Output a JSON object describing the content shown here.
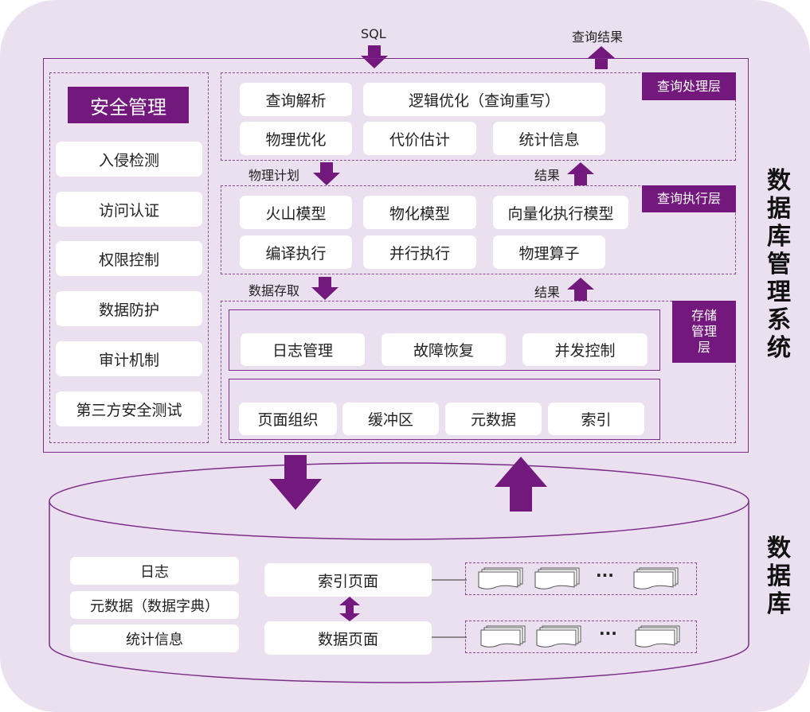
{
  "system_title": "数据库管理系统",
  "database_title": "数据库",
  "top": {
    "sql": "SQL",
    "result": "查询结果"
  },
  "security": {
    "title": "安全管理",
    "items": [
      "入侵检测",
      "访问认证",
      "权限控制",
      "数据防护",
      "审计机制",
      "第三方安全测试"
    ]
  },
  "query_processing": {
    "tag": "查询处理层",
    "items": [
      "查询解析",
      "逻辑优化（查询重写）",
      "物理优化",
      "代价估计",
      "统计信息"
    ]
  },
  "flow1": {
    "down": "物理计划",
    "up": "结果"
  },
  "query_execution": {
    "tag": "查询执行层",
    "items": [
      "火山模型",
      "物化模型",
      "向量化执行模型",
      "编译执行",
      "并行执行",
      "物理算子"
    ]
  },
  "flow2": {
    "down": "数据存取",
    "up": "结果"
  },
  "storage": {
    "tag": "存储管理层",
    "tag_lines": [
      "存储",
      "管理",
      "层"
    ],
    "upper": [
      "日志管理",
      "故障恢复",
      "并发控制"
    ],
    "lower": [
      "页面组织",
      "缓冲区",
      "元数据",
      "索引"
    ]
  },
  "database": {
    "left": [
      "日志",
      "元数据（数据字典）",
      "统计信息"
    ],
    "index_pages": "索引页面",
    "data_pages": "数据页面",
    "ellipsis": "···"
  },
  "colors": {
    "accent": "#73197e",
    "background": "#ebe0ef",
    "frame": "#7b2d87"
  }
}
